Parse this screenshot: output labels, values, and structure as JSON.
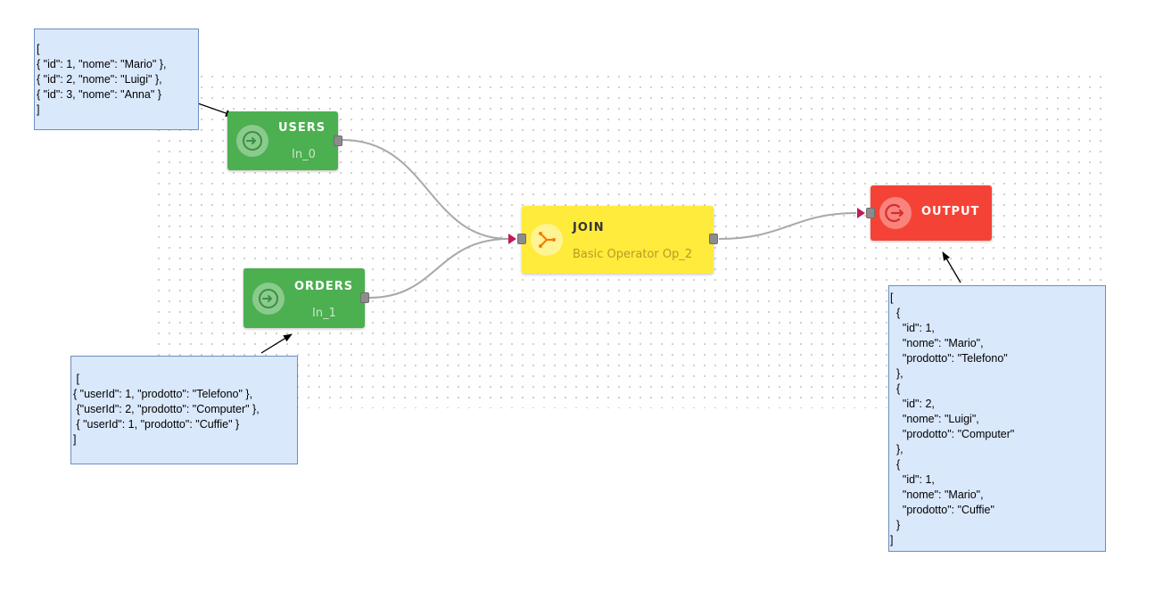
{
  "nodes": {
    "users": {
      "title": "USERS",
      "subtitle": "In_0",
      "icon": "input-circle-icon",
      "color": "#4caf50"
    },
    "orders": {
      "title": "ORDERS",
      "subtitle": "In_1",
      "icon": "input-circle-icon",
      "color": "#4caf50"
    },
    "join": {
      "title": "JOIN",
      "subtitle": "Basic Operator Op_2",
      "icon": "merge-icon",
      "color": "#ffeb3b"
    },
    "output": {
      "title": "OUTPUT",
      "icon": "output-circle-icon",
      "color": "#f44336"
    }
  },
  "notes": {
    "users_data": "[\n{ \"id\": 1, \"nome\": \"Mario\" },\n{ \"id\": 2, \"nome\": \"Luigi\" },\n{ \"id\": 3, \"nome\": \"Anna\" }\n]",
    "orders_data": " [\n{ \"userId\": 1, \"prodotto\": \"Telefono\" },\n {\"userId\": 2, \"prodotto\": \"Computer\" },\n { \"userId\": 1, \"prodotto\": \"Cuffie\" }\n]",
    "output_data": "[\n  {\n    \"id\": 1,\n    \"nome\": \"Mario\",\n    \"prodotto\": \"Telefono\"\n  },\n  {\n    \"id\": 2,\n    \"nome\": \"Luigi\",\n    \"prodotto\": \"Computer\"\n  },\n  {\n    \"id\": 1,\n    \"nome\": \"Mario\",\n    \"prodotto\": \"Cuffie\"\n  }\n]"
  },
  "colors": {
    "wire": "#a8a8a8",
    "port": "#8c8c8c",
    "input_arrow": "#c2185b",
    "note_fill": "#dae8fc",
    "note_border": "#6c8ebf"
  }
}
